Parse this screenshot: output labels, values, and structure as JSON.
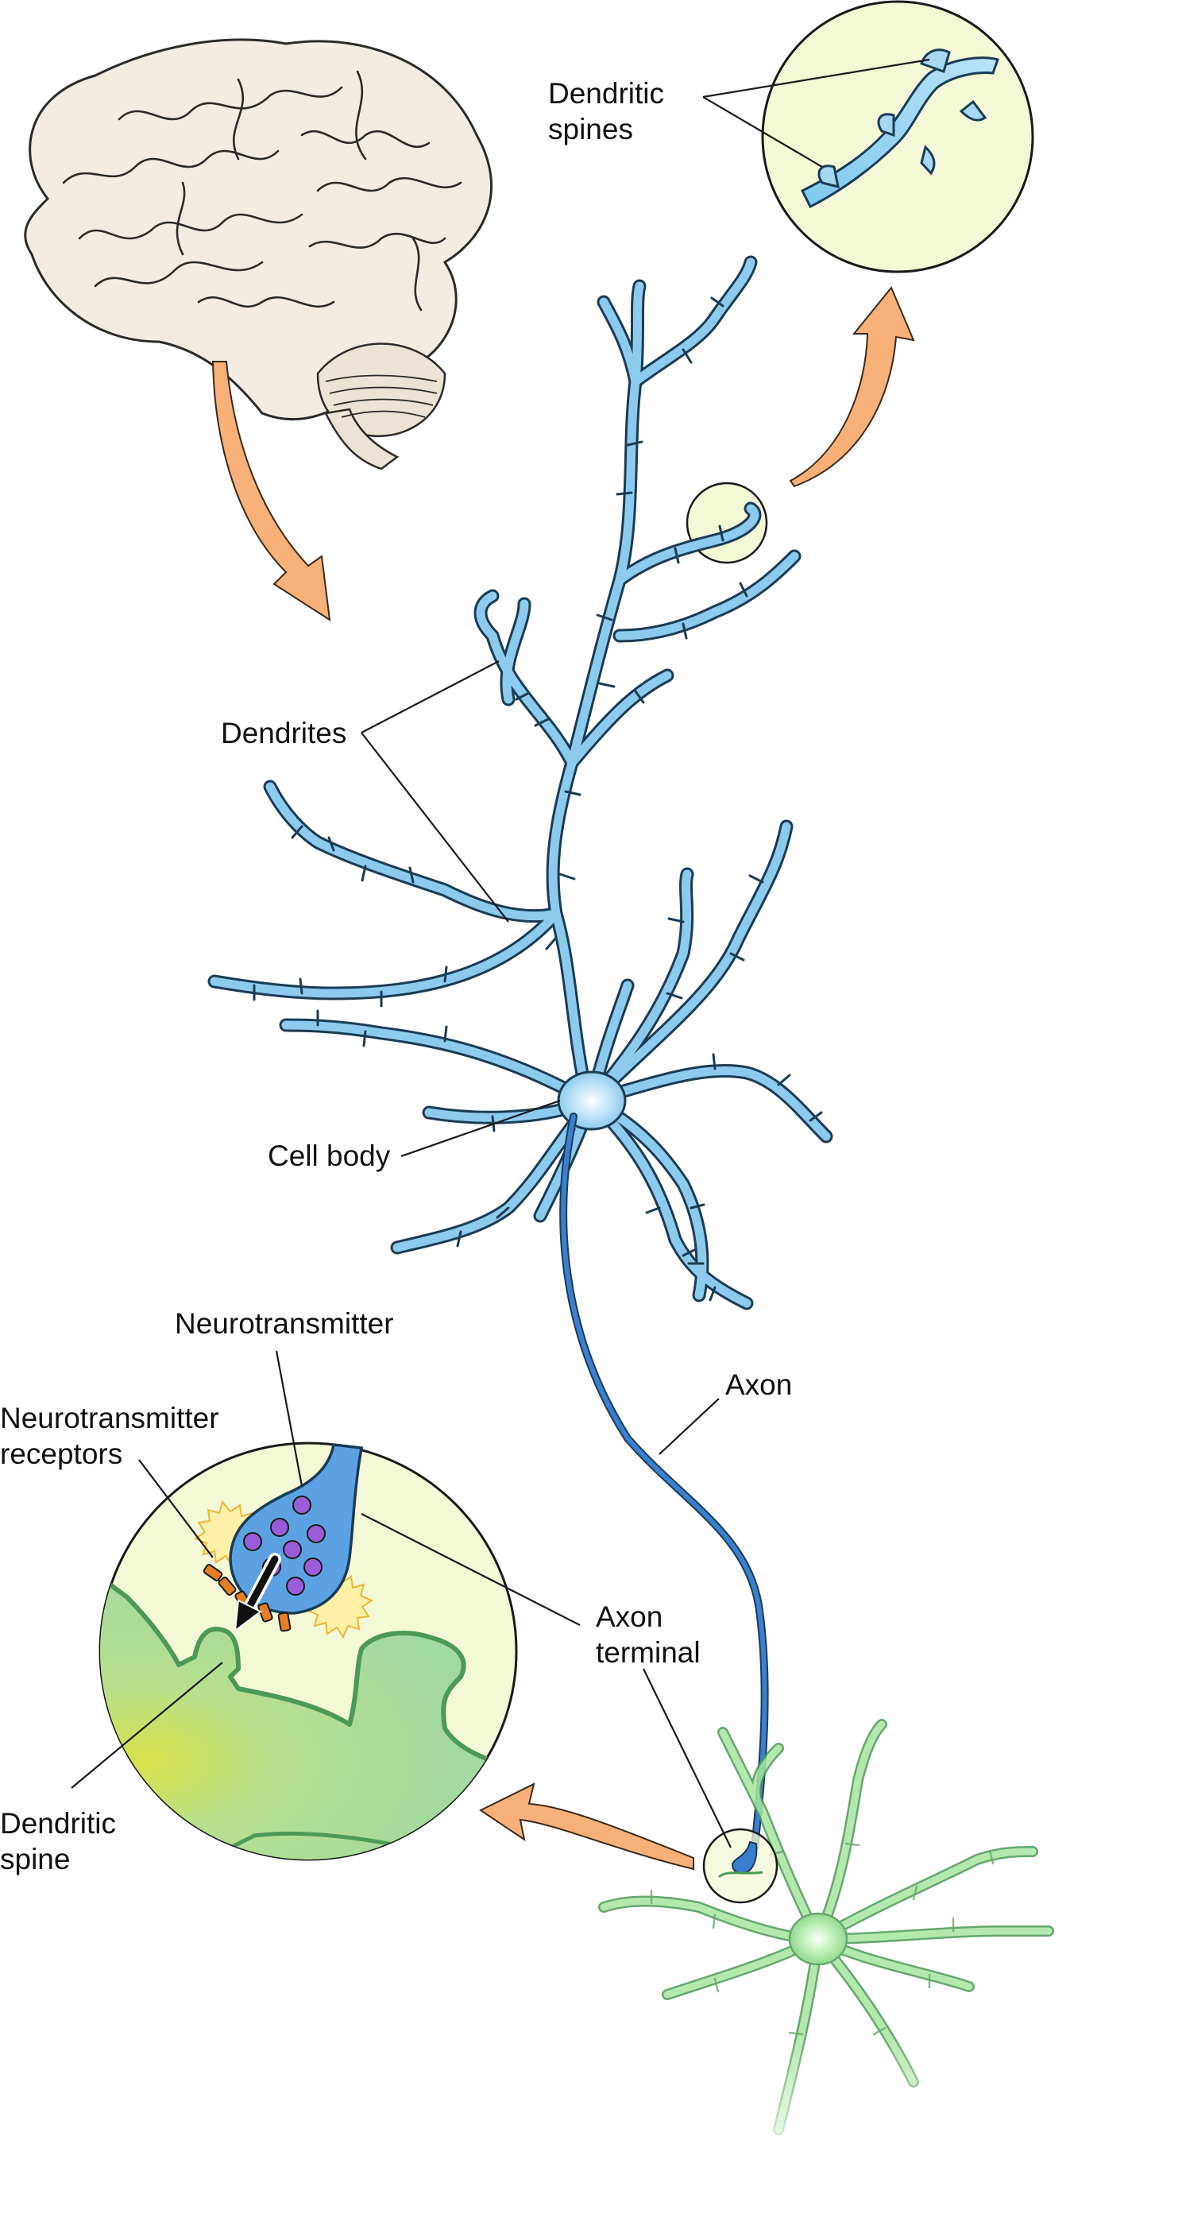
{
  "diagram": {
    "labels": {
      "dendritic_spines": [
        "Dendritic",
        "spines"
      ],
      "dendrites": "Dendrites",
      "cell_body": "Cell body",
      "neurotransmitter": "Neurotransmitter",
      "neurotransmitter_receptors": [
        "Neurotransmitter",
        "receptors"
      ],
      "axon": "Axon",
      "axon_terminal": [
        "Axon",
        "terminal"
      ],
      "dendritic_spine": [
        "Dendritic",
        "spine"
      ]
    },
    "colors": {
      "neuron_blue": "#8dcbee",
      "neuron_outline": "#1b3c55",
      "neuron_green": "#a8e6a0",
      "axon_blue": "#3a7fd0",
      "arrow_orange": "#f6b078",
      "zoom_circle_fill": "#f3f8d6",
      "brain_fill": "#f2ece2",
      "vesicle_purple": "#9a5cd8",
      "receptor_orange": "#e67e22"
    }
  }
}
